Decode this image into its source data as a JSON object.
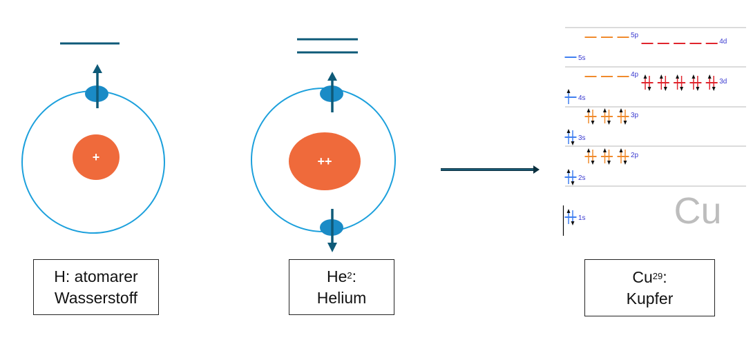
{
  "colors": {
    "orbit": "#1CA0DC",
    "nucleus": "#EF6A3B",
    "electron": "#1A8BC6",
    "arrow": "#0E5A78",
    "s": "#3F7FF0",
    "p": "#F08A2C",
    "d": "#E0242C",
    "label": "#3A3AD0",
    "cu": "#BDBDBD"
  },
  "hydrogen": {
    "nucleus_label": "+",
    "caption_line1": "H: atomarer",
    "caption_line2": "Wasserstoff"
  },
  "helium": {
    "nucleus_label": "++",
    "caption_symbol": "He",
    "caption_sup": "2",
    "caption_colon": ":",
    "caption_line2": "Helium"
  },
  "copper": {
    "symbol": "Cu",
    "caption_symbol": "Cu",
    "caption_sup": "29",
    "caption_colon": ":",
    "caption_line2": "Kupfer"
  },
  "orbitals": [
    {
      "label": "5s",
      "type": "s",
      "electrons": 0
    },
    {
      "label": "5p",
      "type": "p",
      "electrons": 0
    },
    {
      "label": "4d",
      "type": "d",
      "electrons": 0
    },
    {
      "label": "4p",
      "type": "p",
      "electrons": 0
    },
    {
      "label": "3d",
      "type": "d",
      "electrons": 10
    },
    {
      "label": "4s",
      "type": "s",
      "electrons": 1
    },
    {
      "label": "3p",
      "type": "p",
      "electrons": 6
    },
    {
      "label": "3s",
      "type": "s",
      "electrons": 2
    },
    {
      "label": "2p",
      "type": "p",
      "electrons": 6
    },
    {
      "label": "2s",
      "type": "s",
      "electrons": 2
    },
    {
      "label": "1s",
      "type": "s",
      "electrons": 2
    }
  ]
}
